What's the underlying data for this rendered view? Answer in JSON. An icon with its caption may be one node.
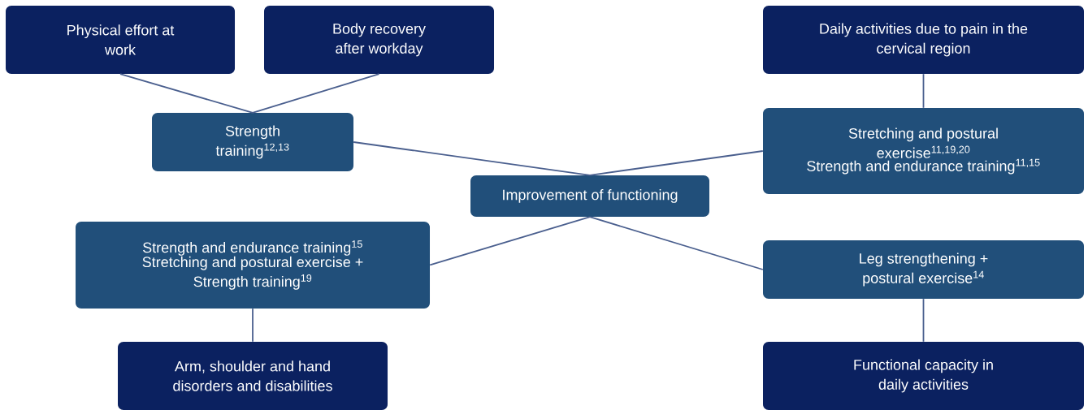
{
  "diagram": {
    "nodes": [
      {
        "text": [
          "Physical effort at work"
        ]
      },
      {
        "text": [
          "Body recovery after workday"
        ]
      },
      {
        "text": [
          "Daily activities due to pain in the cervical region"
        ]
      },
      {
        "text": [
          "Strength training$^{12,13}$"
        ]
      },
      {
        "text": [
          "Stretching and postural exercise$^{11,19,20}$",
          "Strength and endurance training$^{11,15}$"
        ]
      },
      {
        "text": [
          "Improvement of functioning"
        ]
      },
      {
        "text": [
          "Strength and endurance training$^{15}$",
          "Stretching and postural exercise + Strength training$^{19}$"
        ]
      },
      {
        "text": [
          "Leg strengthening + postural exercise$^{14}$"
        ]
      },
      {
        "text": [
          "Arm, shoulder and hand disorders and disabilities"
        ]
      },
      {
        "text": [
          "Functional capacity in daily activities"
        ]
      }
    ],
    "edges": [
      {
        "from": 0,
        "to": 3,
        "arrow": "none"
      },
      {
        "from": 1,
        "to": 3,
        "arrow": "none"
      },
      {
        "from": 2,
        "to": 4,
        "arrow": "none"
      },
      {
        "from": 3,
        "to": 5,
        "arrow": "none"
      },
      {
        "from": 4,
        "to": 5,
        "arrow": "none"
      },
      {
        "from": 6,
        "to": 5,
        "arrow": "none"
      },
      {
        "from": 7,
        "to": 5,
        "arrow": "none"
      },
      {
        "from": 6,
        "to": 8,
        "arrow": "none"
      },
      {
        "from": 7,
        "to": 9,
        "arrow": "none"
      }
    ]
  }
}
